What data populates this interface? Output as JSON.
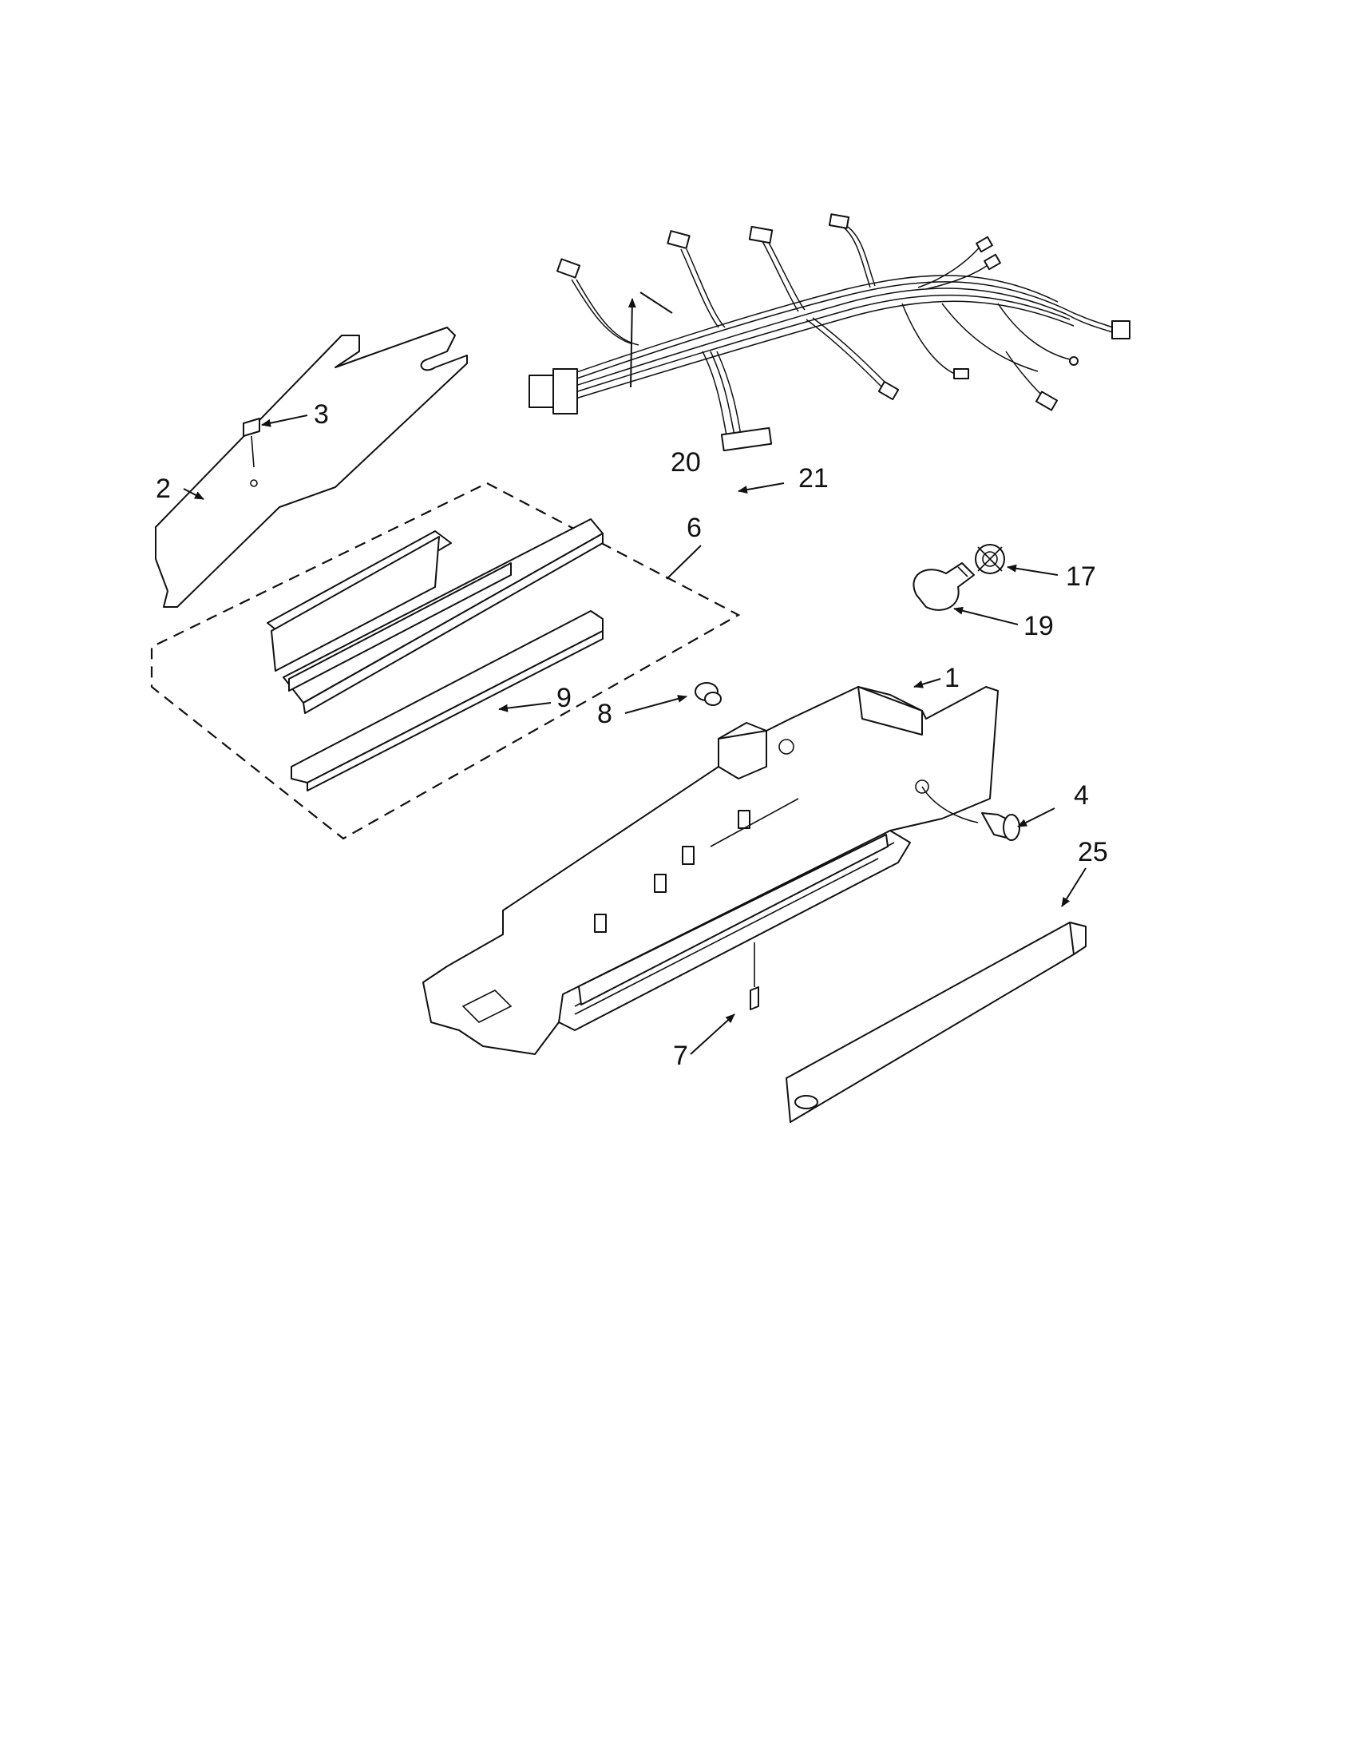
{
  "callouts": [
    {
      "id": "c1",
      "label": "1"
    },
    {
      "id": "c2",
      "label": "2"
    },
    {
      "id": "c3",
      "label": "3"
    },
    {
      "id": "c4",
      "label": "4"
    },
    {
      "id": "c6",
      "label": "6"
    },
    {
      "id": "c7",
      "label": "7"
    },
    {
      "id": "c8",
      "label": "8"
    },
    {
      "id": "c9",
      "label": "9"
    },
    {
      "id": "c17",
      "label": "17"
    },
    {
      "id": "c19",
      "label": "19"
    },
    {
      "id": "c20",
      "label": "20"
    },
    {
      "id": "c21",
      "label": "21"
    },
    {
      "id": "c25",
      "label": "25"
    }
  ]
}
